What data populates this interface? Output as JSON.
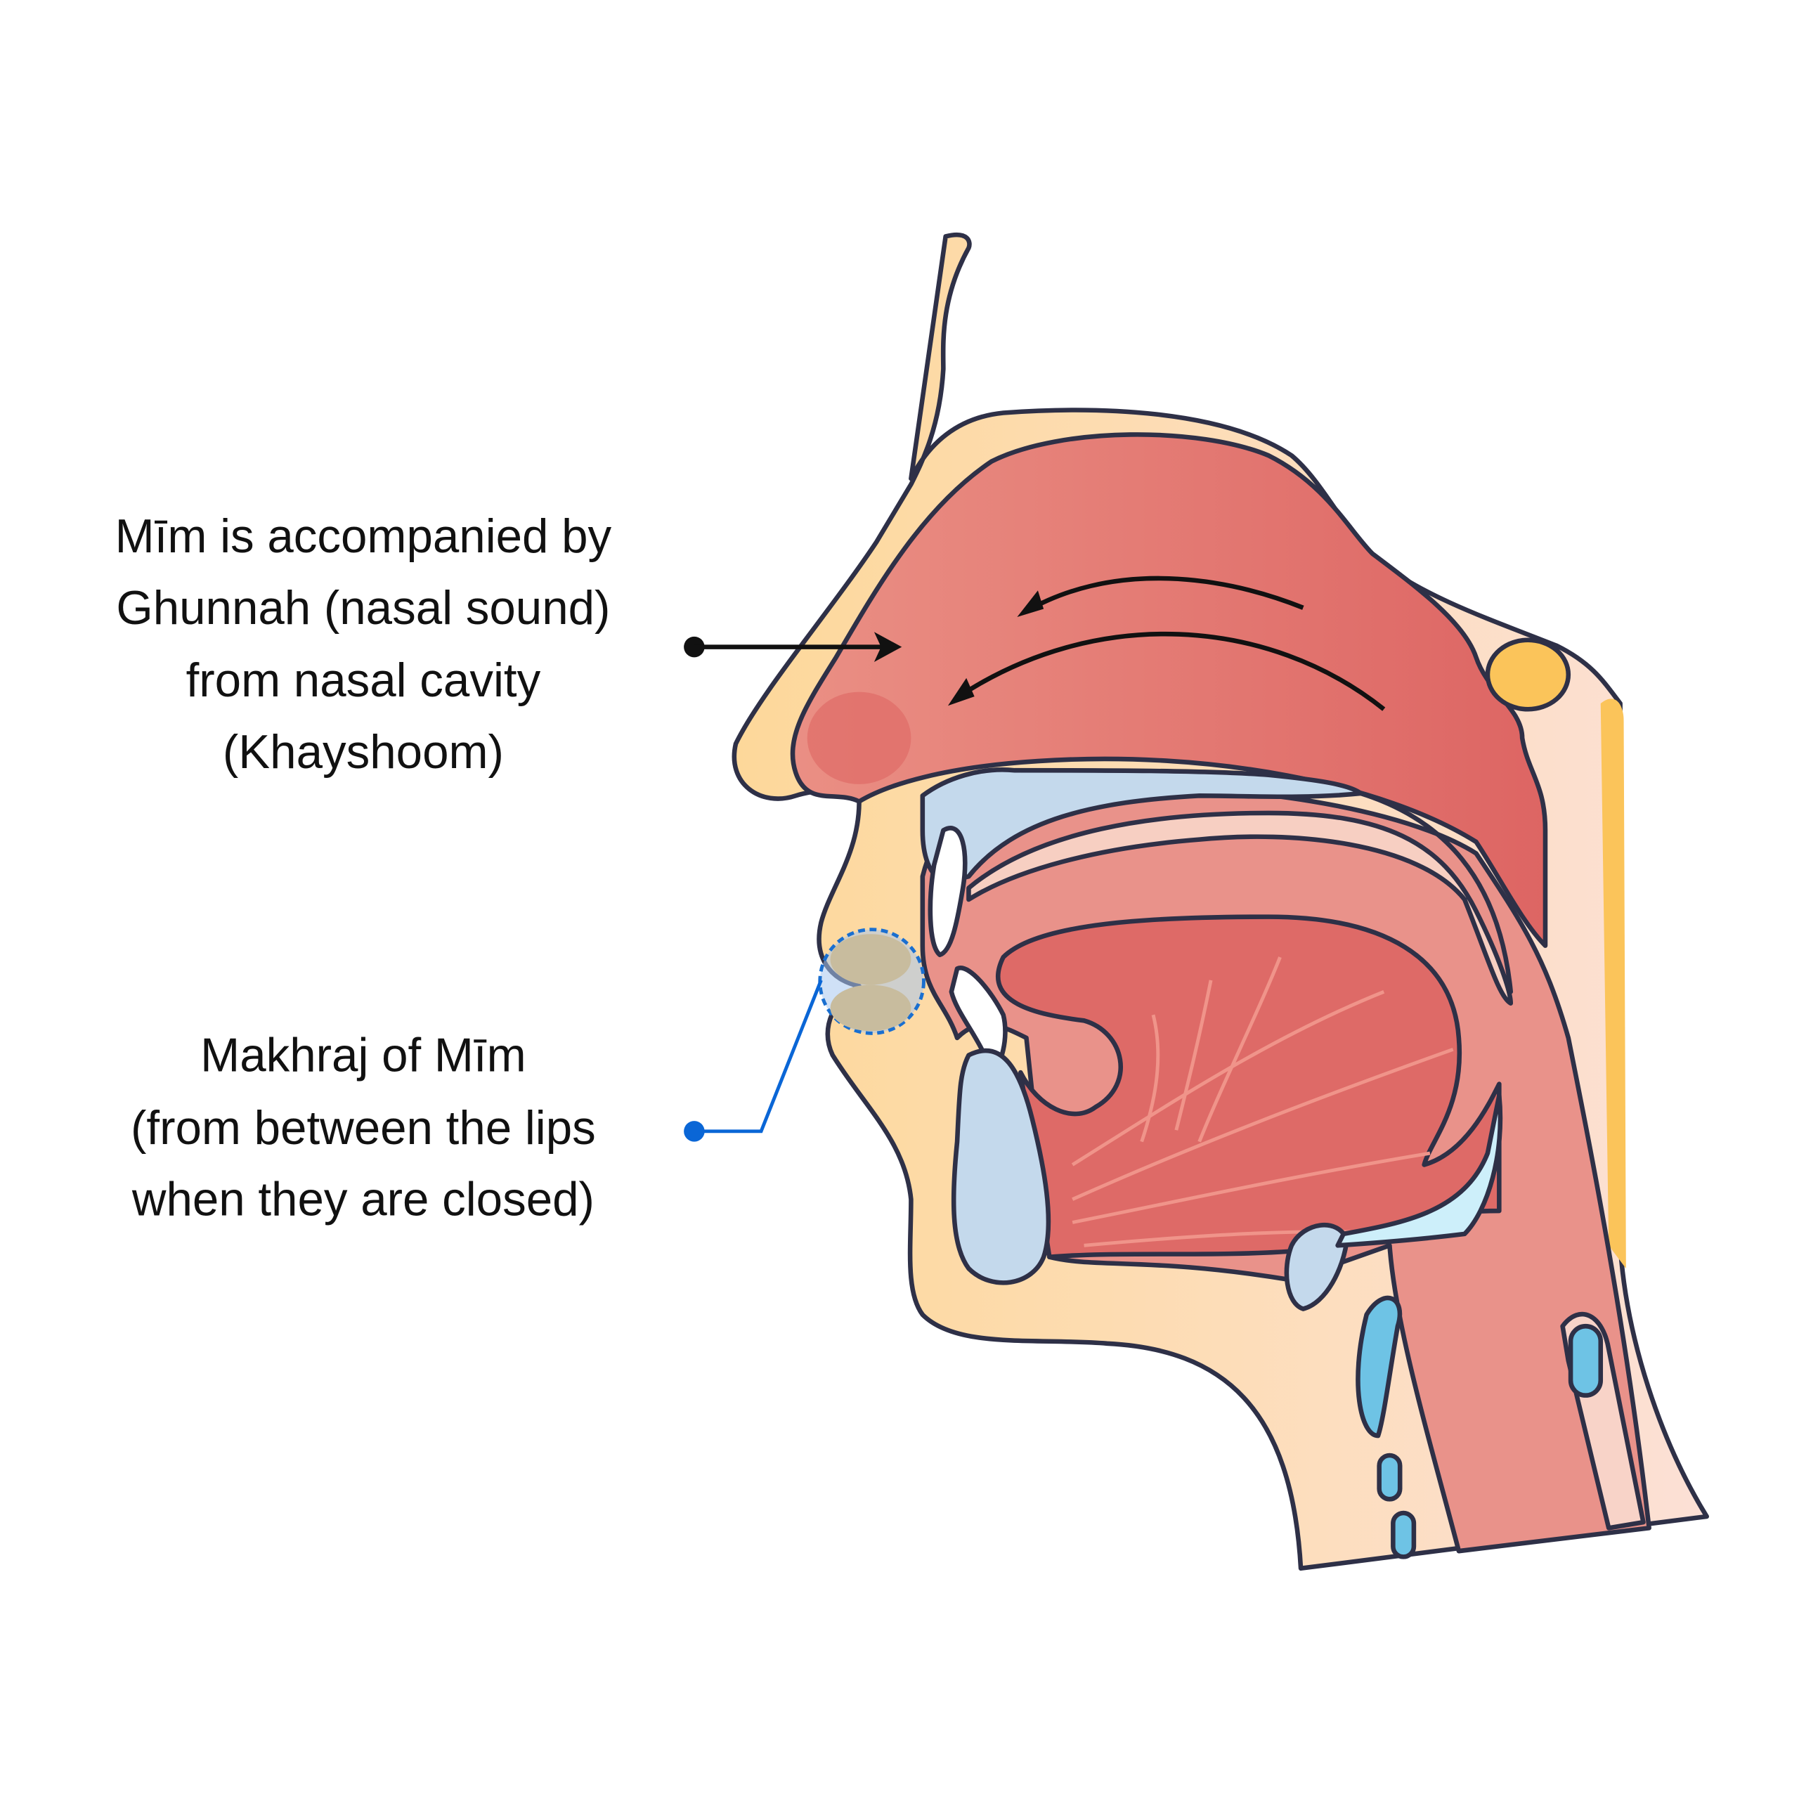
{
  "labels": {
    "nasal": [
      "Mīm is accompanied by",
      "Ghunnah (nasal sound)",
      "from nasal cavity",
      "(Khayshoom)"
    ],
    "makhraj": [
      "Makhraj of Mīm",
      "(from  between the lips",
      "when they are closed)"
    ]
  },
  "colors": {
    "skin": "#FDD89A",
    "cavity": "#E57A72",
    "tongue": "#DE6A67",
    "bone": "#C4D9EC",
    "outline": "#2E3047",
    "pointer_nasal": "#111111",
    "pointer_lips": "#0A66D6"
  }
}
